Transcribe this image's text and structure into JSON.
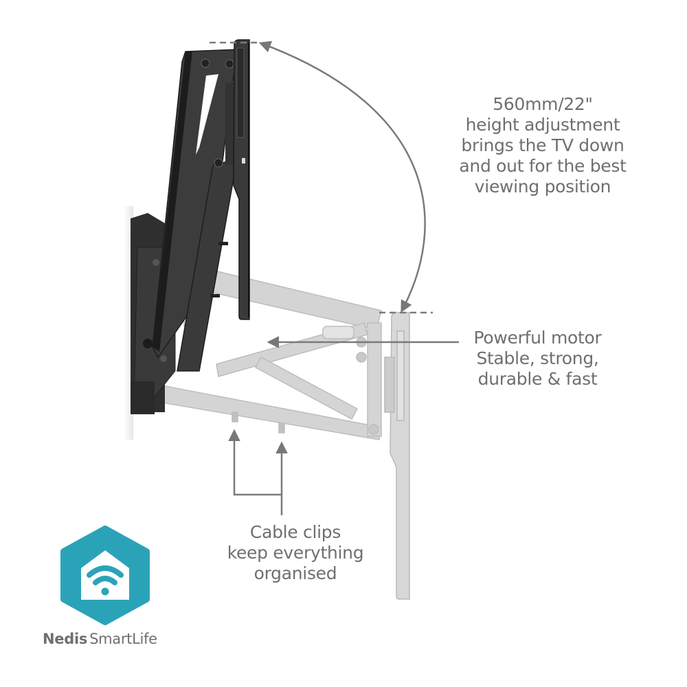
{
  "image": {
    "subject": "Motorized TV wall mount, side view showing raised and lowered positions",
    "background": "#ffffff",
    "text_color": "#6f6f6f",
    "mount_dark_color": "#3a3a3a",
    "mount_ghost_color": "#cfcfcf",
    "accent_color": "#2aa3b8"
  },
  "callouts": {
    "height": {
      "lines": [
        "560mm/22\"",
        "height adjustment",
        "brings the TV down",
        "and out for the best",
        "viewing position"
      ]
    },
    "motor": {
      "lines": [
        "Powerful motor",
        "Stable, strong,",
        "durable & fast"
      ]
    },
    "clips": {
      "lines": [
        "Cable clips",
        "keep everything",
        "organised"
      ]
    }
  },
  "logo": {
    "icon": "house-wifi-hexagon-icon",
    "brand_bold": "Nedis",
    "brand_light": "SmartLife"
  }
}
